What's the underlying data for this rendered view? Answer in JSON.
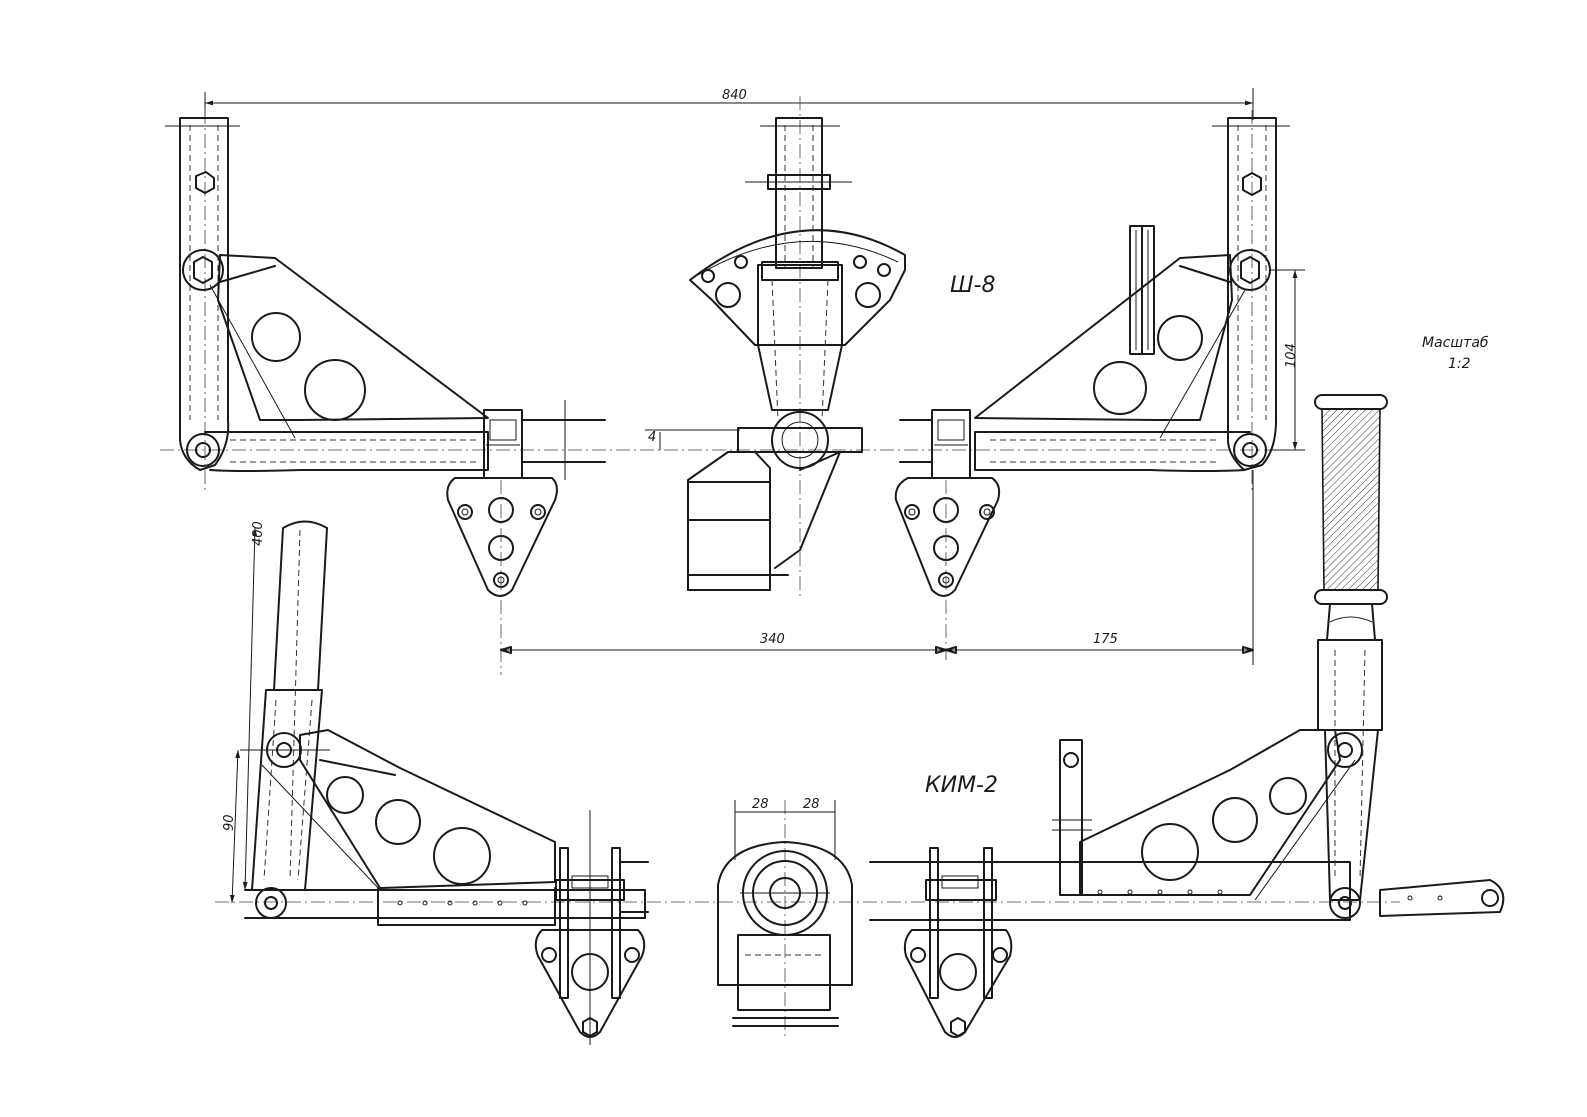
{
  "labels": {
    "assembly_top": "Ш-8",
    "assembly_bottom": "КИМ-2",
    "scale_caption": "Масштаб",
    "scale_value": "1:2"
  },
  "dimensions": {
    "overall_width": "840",
    "lower_span_left": "340",
    "lower_span_right": "175",
    "arm_height_right": "104",
    "small_offset": "4",
    "stick_length": "400",
    "stick_height": "90",
    "hub_width_left": "28",
    "hub_width_right": "28"
  }
}
